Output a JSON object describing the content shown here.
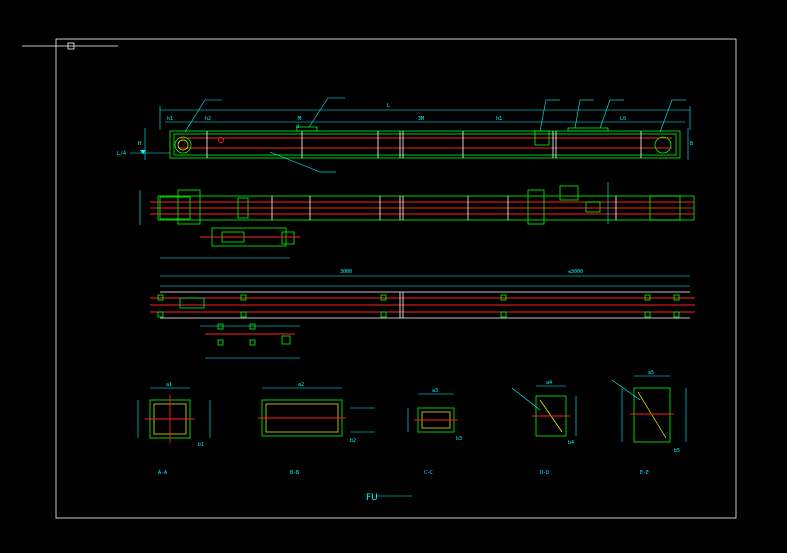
{
  "drawing": {
    "title": "FU",
    "colors": {
      "background": "#000000",
      "frame": "#ffffff",
      "dimension": "#00ffff",
      "centerline": "#ff2020",
      "outline": "#00ff00",
      "hatch": "#ffff00"
    }
  },
  "elevation": {
    "overall_dim": "L",
    "label_left": "L/4",
    "labels": [
      "h1",
      "h2",
      "d",
      "M",
      "3M",
      "h1",
      "L0",
      "H",
      "B"
    ]
  },
  "plan": {
    "overall_dim": "3000",
    "right_dim": "≤3000"
  },
  "sections": [
    {
      "label": "A-A",
      "top_dim": "a1",
      "side_dim": "b1"
    },
    {
      "label": "B-B",
      "top_dim": "a2",
      "side_dim": "b2"
    },
    {
      "label": "C-C",
      "top_dim": "a3",
      "side_dim": "b3"
    },
    {
      "label": "D-D",
      "top_dim": "a4",
      "side_dim": "b4"
    },
    {
      "label": "E-E",
      "top_dim": "a5",
      "side_dim": "b5"
    }
  ]
}
